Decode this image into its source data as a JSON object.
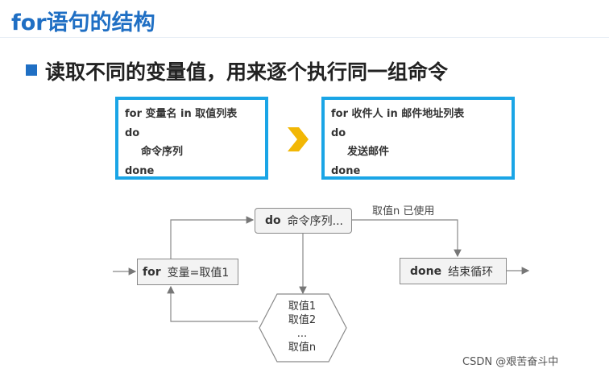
{
  "title": "for语句的结构",
  "subtitle": "读取不同的变量值，用来逐个执行同一组命令",
  "syntax_box": {
    "line1": "for 变量名 in 取值列表",
    "line2": "do",
    "line3": "命令序列",
    "line4": "done"
  },
  "example_box": {
    "line1": "for 收件人 in 邮件地址列表",
    "line2": "do",
    "line3": "发送邮件",
    "line4": "done"
  },
  "flow": {
    "for_kw": "for",
    "for_text": "变量=取值1",
    "do_kw": "do",
    "do_text": "命令序列...",
    "done_kw": "done",
    "done_text": "结束循环",
    "edge_label": "取值n 已使用",
    "values": [
      "取值1",
      "取值2",
      "...",
      "取值n"
    ]
  },
  "watermark": "CSDN @艰苦奋斗中",
  "colors": {
    "title": "#1f6fc4",
    "box_border": "#1aa5e6",
    "chevron": "#f2b705"
  }
}
